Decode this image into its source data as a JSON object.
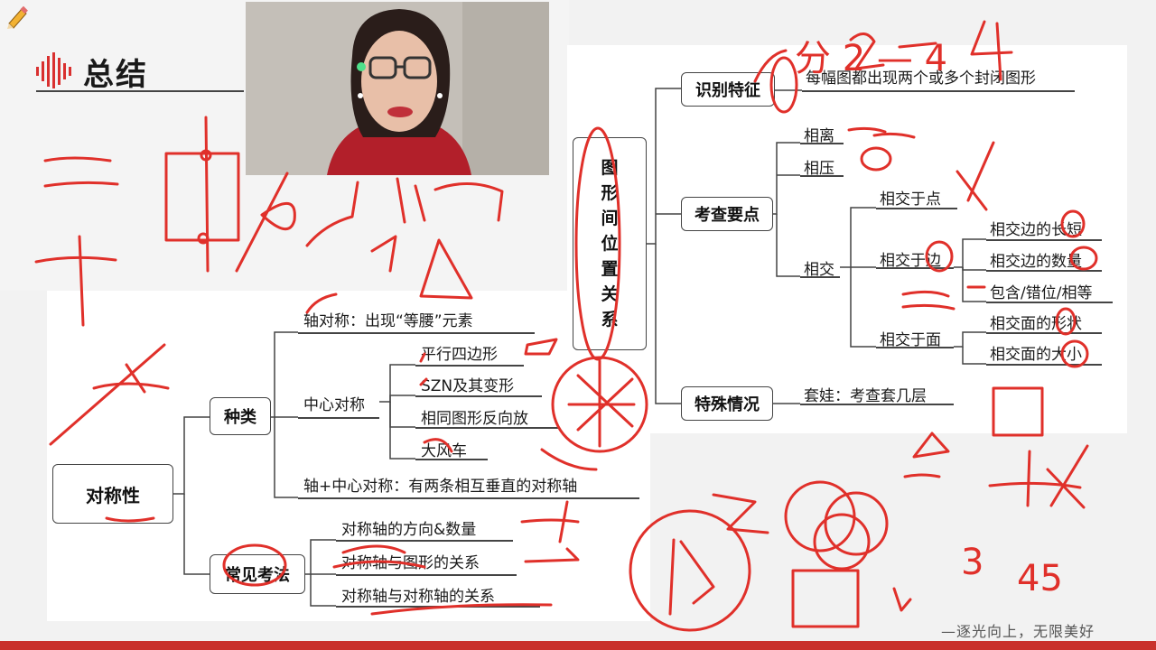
{
  "header": {
    "title": "总结"
  },
  "left_tree": {
    "root": "对称性",
    "kinds": {
      "label": "种类",
      "axis": "轴对称：出现“等腰”元素",
      "center": {
        "label": "中心对称",
        "items": [
          "平行四边形",
          "SZN及其变形",
          "相同图形反向放",
          "大风车"
        ]
      },
      "both": "轴+中心对称：有两条相互垂直的对称轴"
    },
    "tests": {
      "label": "常见考法",
      "items": [
        "对称轴的方向&数量",
        "对称轴与图形的关系",
        "对称轴与对称轴的关系"
      ]
    }
  },
  "right_tree": {
    "root_chars": [
      "图",
      "形",
      "间",
      "位",
      "置",
      "关",
      "系"
    ],
    "identify": {
      "label": "识别特征",
      "text": "每幅图都出现两个或多个封闭图形"
    },
    "points": {
      "label": "考查要点",
      "separate": "相离",
      "press": "相压",
      "intersect": {
        "label": "相交",
        "at_point": "相交于点",
        "at_edge": {
          "label": "相交于边",
          "items": [
            "相交边的长短",
            "相交边的数量",
            "包含/错位/相等"
          ]
        },
        "at_face": {
          "label": "相交于面",
          "items": [
            "相交面的形状",
            "相交面的大小"
          ]
        }
      }
    },
    "special": {
      "label": "特殊情况",
      "text": "套娃：考查套几层"
    }
  },
  "handwriting": {
    "top_right": "分 2 — 4",
    "bottom": "3",
    "bottom2": "45"
  },
  "footer": {
    "watermark": "—逐光向上，无限美好"
  },
  "colors": {
    "ink": "#e0302a",
    "accent": "#d9302f",
    "bar": "#c9302c"
  }
}
